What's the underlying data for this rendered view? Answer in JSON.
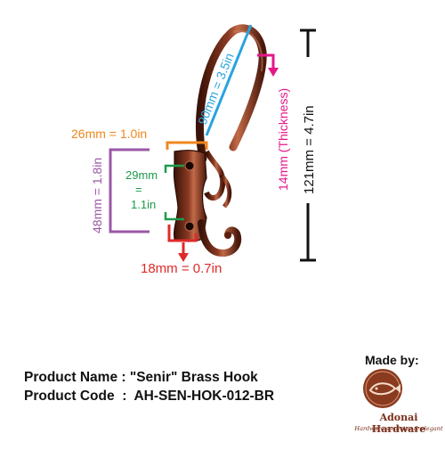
{
  "dimensions": {
    "length": "90mm = 3.5in",
    "thickness": "14mm (Thickness)",
    "height": "121mm = 4.7in",
    "plate_width": "26mm = 1.0in",
    "plate_height": "48mm = 1.8in",
    "hole_spacing_top": "29mm",
    "hole_spacing_eq": "=",
    "hole_spacing_bottom": "1.1in",
    "projection": "18mm = 0.7in"
  },
  "product": {
    "name_label": "Product Name",
    "name_value": "\"Senir\" Brass Hook",
    "code_label": "Product Code",
    "code_value": "AH-SEN-HOK-012-BR"
  },
  "brand": {
    "made_by": "Made by:",
    "name": "Adonai Hardware",
    "tagline": "Hardware so divine & elegant"
  },
  "colors": {
    "blue": "#2aa3e0",
    "magenta": "#e5178a",
    "orange": "#f0871e",
    "purple": "#9b57a6",
    "green": "#1e9b4c",
    "red": "#e02a2a",
    "black": "#111111",
    "bronze": "#6a2a1c"
  }
}
